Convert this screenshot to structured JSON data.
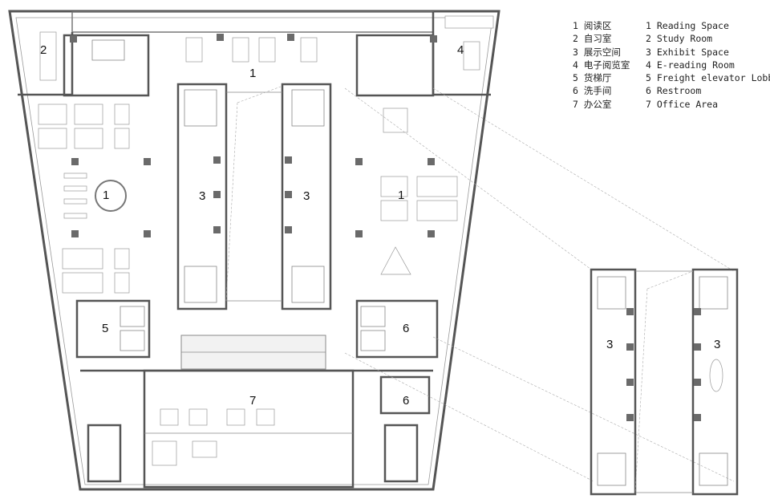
{
  "legend": {
    "items": [
      {
        "num": "1",
        "zh": "阅读区",
        "en": "Reading Space"
      },
      {
        "num": "2",
        "zh": "自习室",
        "en": "Study Room"
      },
      {
        "num": "3",
        "zh": "展示空间",
        "en": "Exhibit Space"
      },
      {
        "num": "4",
        "zh": "电子阅览室",
        "en": "E-reading Room"
      },
      {
        "num": "5",
        "zh": "货梯厅",
        "en": "Freight elevator Lobby"
      },
      {
        "num": "6",
        "zh": "洗手间",
        "en": "Restroom"
      },
      {
        "num": "7",
        "zh": "办公室",
        "en": "Office Area"
      }
    ]
  },
  "plan": {
    "labels": {
      "reading_top": "1",
      "reading_left": "1",
      "reading_right": "1",
      "study": "2",
      "exhibit_left": "3",
      "exhibit_right": "3",
      "ereading": "4",
      "freight": "5",
      "restroom_upper": "6",
      "restroom_lower": "6",
      "office": "7"
    }
  },
  "detail": {
    "labels": {
      "exhibit_left": "3",
      "exhibit_right": "3"
    }
  },
  "colors": {
    "wall": "#555555",
    "column": "#6a6a6a",
    "furniture": "#999999",
    "dashed": "#aaaaaa"
  }
}
